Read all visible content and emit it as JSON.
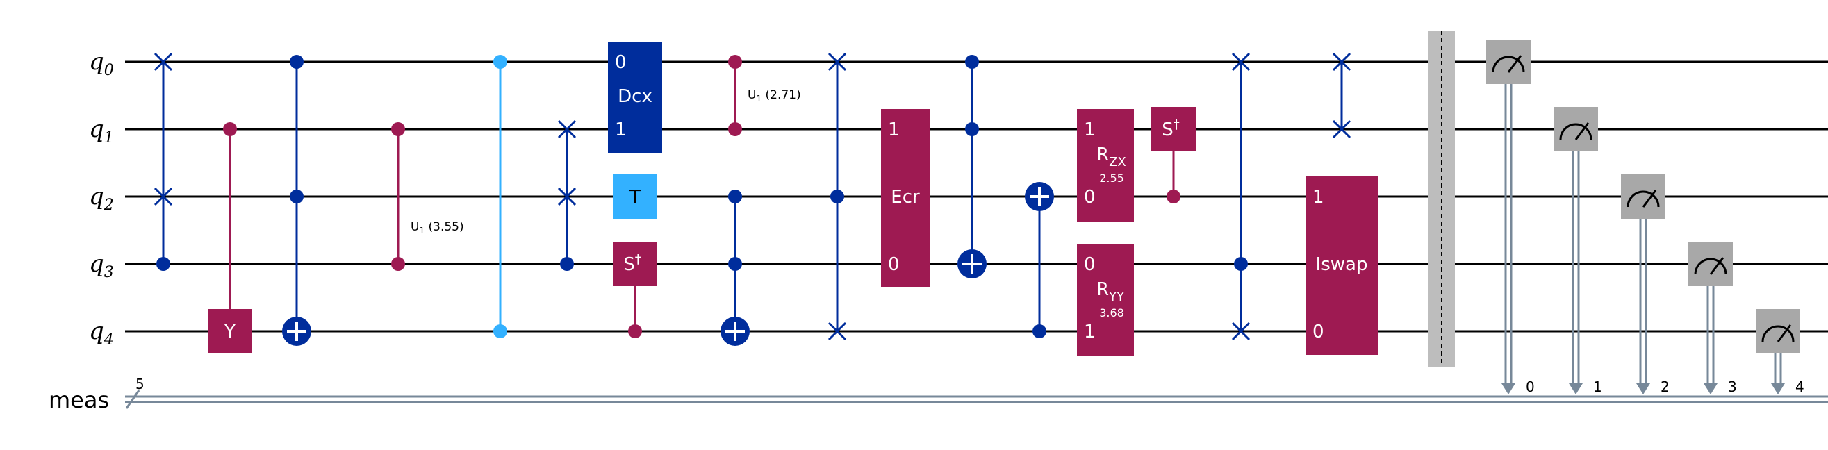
{
  "qubits": [
    "q",
    "q",
    "q",
    "q",
    "q"
  ],
  "qubit_indices": [
    "0",
    "1",
    "2",
    "3",
    "4"
  ],
  "classical_register": {
    "name": "meas",
    "size": "5"
  },
  "gates": {
    "y": "Y",
    "dcx": "Dcx",
    "dcx_in0": "0",
    "dcx_in1": "1",
    "t": "T",
    "sdg": "S",
    "sdg_sup": "†",
    "u1_a": "U",
    "u1_a_sub": "1",
    "u1_a_param": "(3.55)",
    "u1_b": "U",
    "u1_b_sub": "1",
    "u1_b_param": "(2.71)",
    "ecr": "Ecr",
    "ecr_in0": "0",
    "ecr_in1": "1",
    "rzx": "R",
    "rzx_sub": "ZX",
    "rzx_param": "2.55",
    "rzx_in0": "0",
    "rzx_in1": "1",
    "ryy": "R",
    "ryy_sub": "YY",
    "ryy_param": "3.68",
    "ryy_in0": "0",
    "ryy_in1": "1",
    "iswap": "Iswap",
    "iswap_in0": "0",
    "iswap_in1": "1"
  },
  "measurement_bits": [
    "0",
    "1",
    "2",
    "3",
    "4"
  ],
  "colors": {
    "wire": "#000000",
    "classical_wire": "#778899",
    "pauli": "#9e1a52",
    "cx_blue": "#002d9c",
    "light_blue": "#33b1ff",
    "barrier": "#bdbdbd",
    "measure": "#a8a8a8"
  }
}
